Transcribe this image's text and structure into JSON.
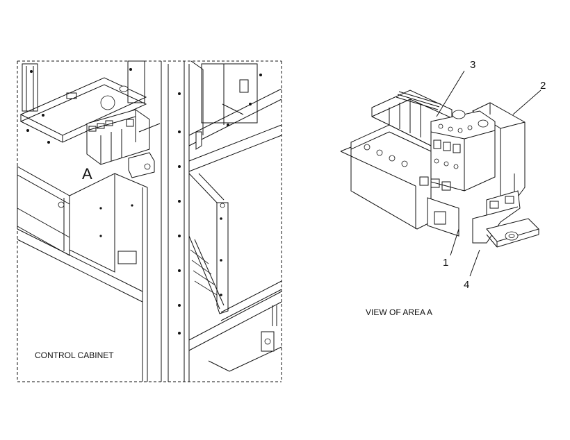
{
  "labels": {
    "area_marker": "A",
    "left_caption": "CONTROL CABINET",
    "right_caption": "VIEW OF AREA  A"
  },
  "callouts": [
    "1",
    "2",
    "3",
    "4"
  ]
}
